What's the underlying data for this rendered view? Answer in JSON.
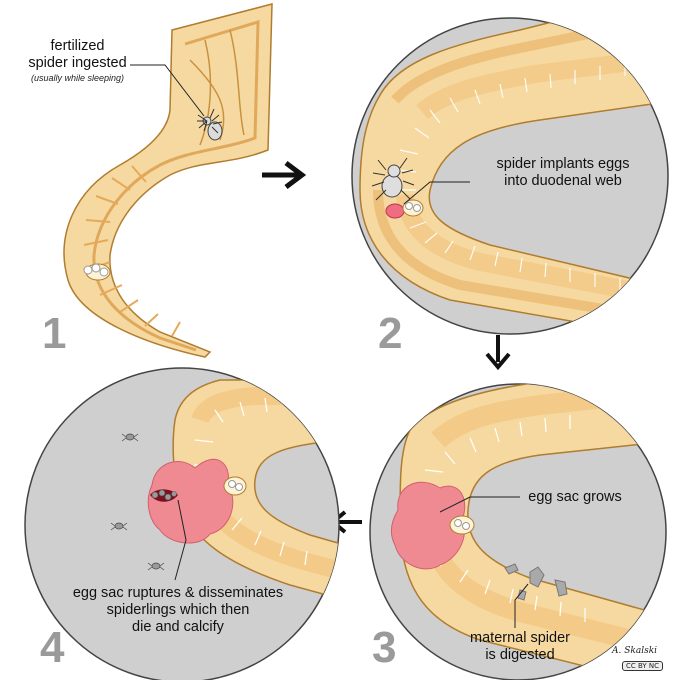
{
  "panels": [
    {
      "number": "1",
      "label_main": "fertilized\nspider ingested",
      "label_sub": "(usually while sleeping)"
    },
    {
      "number": "2",
      "label_main": "spider implants eggs\ninto duodenal web"
    },
    {
      "number": "3",
      "label_main": "egg sac grows",
      "label_second": "maternal spider\nis digested"
    },
    {
      "number": "4",
      "label_main": "egg sac ruptures & disseminates\nspiderlings which then\ndie and calcify"
    }
  ],
  "credit": {
    "signature": "A. Skalski",
    "license": "CC BY NC"
  },
  "colors": {
    "wall": "#f6d9a0",
    "wall_outline": "#b07c2e",
    "mucosa": "#f3c784",
    "circle_bg": "#cfcfcf",
    "egg_sac": "#f08a92",
    "number": "#9a9a9a"
  }
}
